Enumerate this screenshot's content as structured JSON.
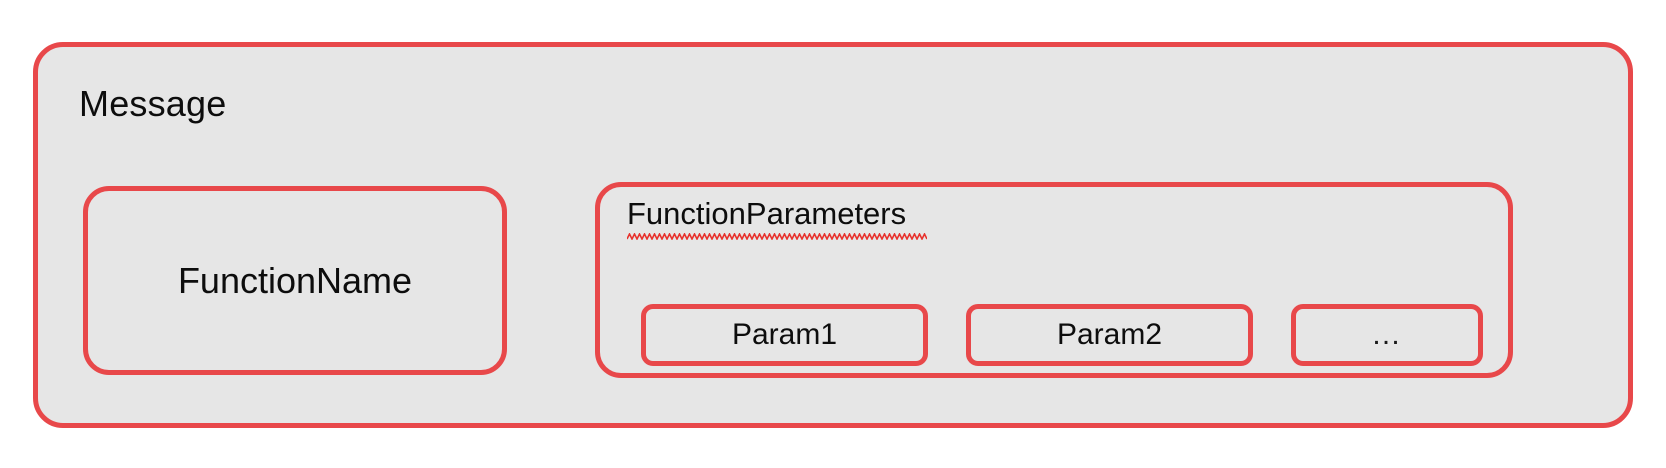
{
  "diagram": {
    "title": "Message",
    "accent_color": "#e8484a",
    "fill_color": "#e6e6e6",
    "background_color": "#ffffff",
    "text_color": "#0d0d0d",
    "nodes": {
      "function_name": {
        "label": "FunctionName"
      },
      "function_parameters": {
        "label": "FunctionParameters",
        "spellcheck_underline": true,
        "params": [
          {
            "label": "Param1"
          },
          {
            "label": "Param2"
          },
          {
            "label": "…"
          }
        ]
      }
    }
  }
}
